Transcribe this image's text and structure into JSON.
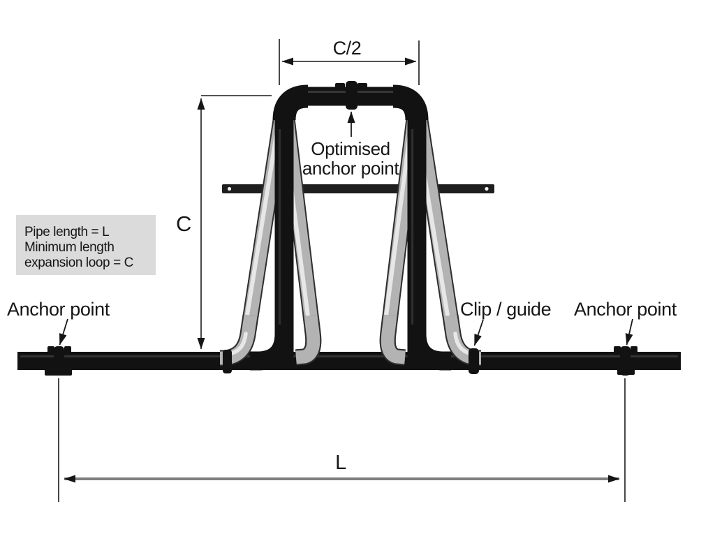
{
  "diagram": {
    "subject": "pipe-expansion-loop-schematic",
    "labels": {
      "c_half": "C/2",
      "c": "C",
      "l": "L",
      "optimised_anchor_line1": "Optimised",
      "optimised_anchor_line2": "anchor point",
      "anchor_point_left": "Anchor point",
      "anchor_point_right": "Anchor point",
      "clip_guide": "Clip / guide"
    },
    "info_box": {
      "line1": "Pipe length = L",
      "line2": "Minimum length",
      "line3": "expansion loop = C",
      "background": "#dbdbdb"
    },
    "colors": {
      "background": "#ffffff",
      "pipe_black": "#121212",
      "pipe_black_highlight": "#3d3d3d",
      "pipe_gray_body": "#b3b3b3",
      "pipe_gray_outline": "#2e2e2e",
      "pipe_gray_highlight": "#e7e7e7",
      "bracket": "#1e1e1e",
      "bracket_hole": "#f0f0f0",
      "dimension_line": "#1a1a1a",
      "l_dimension_line": "#7f7f7f",
      "text": "#161616"
    }
  }
}
